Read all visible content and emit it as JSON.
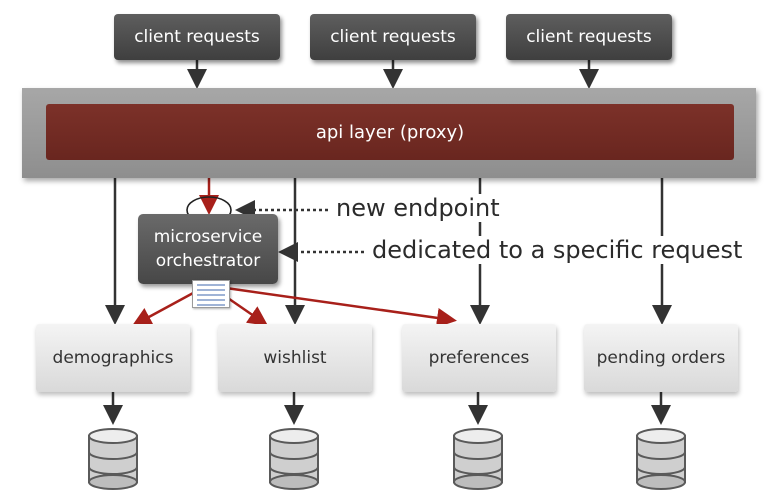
{
  "client_requests": [
    "client requests",
    "client requests",
    "client requests"
  ],
  "api_layer": "api layer (proxy)",
  "orchestrator": {
    "line1": "microservice",
    "line2": "orchestrator"
  },
  "annotations": {
    "new_endpoint": "new endpoint",
    "dedicated": "dedicated to a specific request"
  },
  "services": [
    "demographics",
    "wishlist",
    "preferences",
    "pending orders"
  ],
  "colors": {
    "api_layer": "#6f2a23",
    "call_arrow": "#a8201a",
    "flow_arrow": "#333333",
    "client_box": "#4b4b4b"
  }
}
